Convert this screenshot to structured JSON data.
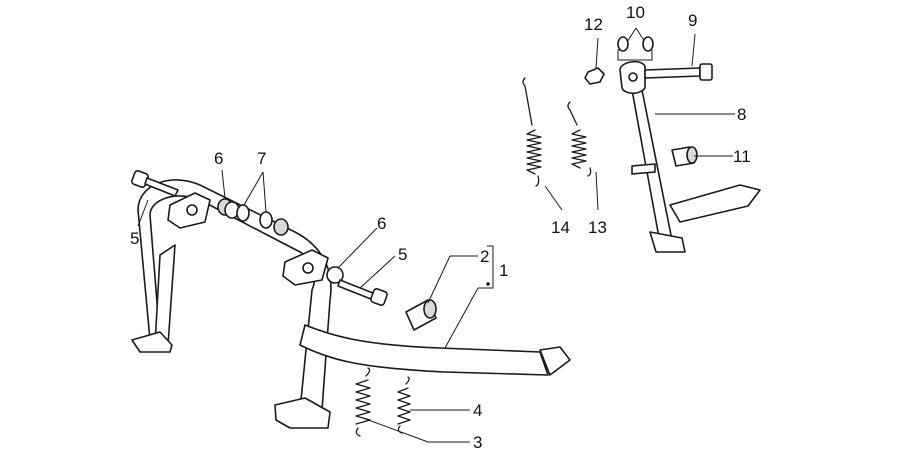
{
  "callouts": {
    "c1": "1",
    "c2": "2",
    "c3": "3",
    "c4": "4",
    "c5a": "5",
    "c5b": "5",
    "c6a": "6",
    "c6b": "6",
    "c7": "7",
    "c8": "8",
    "c9": "9",
    "c10": "10",
    "c11": "11",
    "c12": "12",
    "c13": "13",
    "c14": "14"
  },
  "colors": {
    "line": "#1a1a1a",
    "background": "#ffffff"
  }
}
